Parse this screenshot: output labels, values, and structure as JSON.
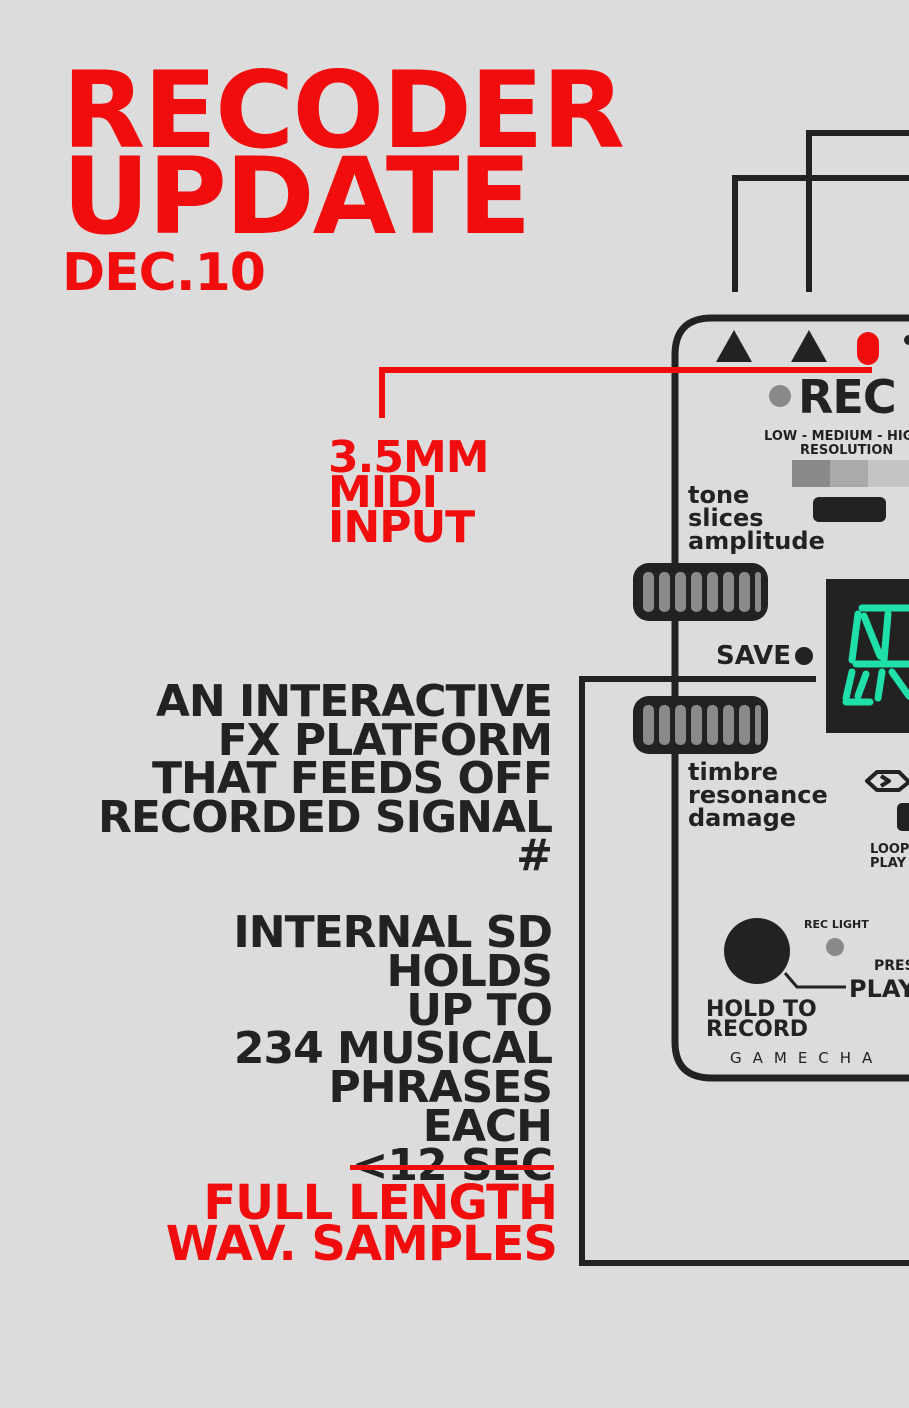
{
  "title": {
    "line1": "RECODER",
    "line2": "UPDATE",
    "date": "DEC.10"
  },
  "midi_callout": {
    "line1": "3.5MM",
    "line2": "MIDI",
    "line3": "INPUT"
  },
  "description": {
    "lines": [
      "AN INTERACTIVE",
      "FX PLATFORM",
      "THAT FEEDS OFF",
      "RECORDED SIGNAL",
      "#"
    ],
    "storage_lines": [
      "INTERNAL SD",
      "HOLDS",
      "UP TO",
      "234 MUSICAL",
      "PHRASES",
      "EACH"
    ],
    "struck": "<12 SEC",
    "highlight": [
      "FULL LENGTH",
      "WAV. SAMPLES"
    ]
  },
  "device": {
    "name": "REC",
    "resolution_top": "LOW - MEDIUM - HIG",
    "resolution_bottom": "RESOLUTION",
    "params_top": [
      "tone",
      "slices",
      "amplitude"
    ],
    "params_bottom": [
      "timbre",
      "resonance",
      "damage"
    ],
    "save_label": "SAVE",
    "loop_label_1": "LOOP",
    "loop_label_2": "PLAY",
    "rec_light_label": "REC LIGHT",
    "press_label": "PRES",
    "play_label": "PLAY",
    "hold_label_1": "HOLD TO",
    "hold_label_2": "RECORD",
    "brand": "GAMECHA"
  },
  "colors": {
    "accent_red": "#f10d0d",
    "ink": "#222222",
    "background": "#dcdcdc",
    "display_green": "#1fe0a8"
  },
  "icons": [
    "triangle-up-icon",
    "loop-arrow-icon"
  ]
}
